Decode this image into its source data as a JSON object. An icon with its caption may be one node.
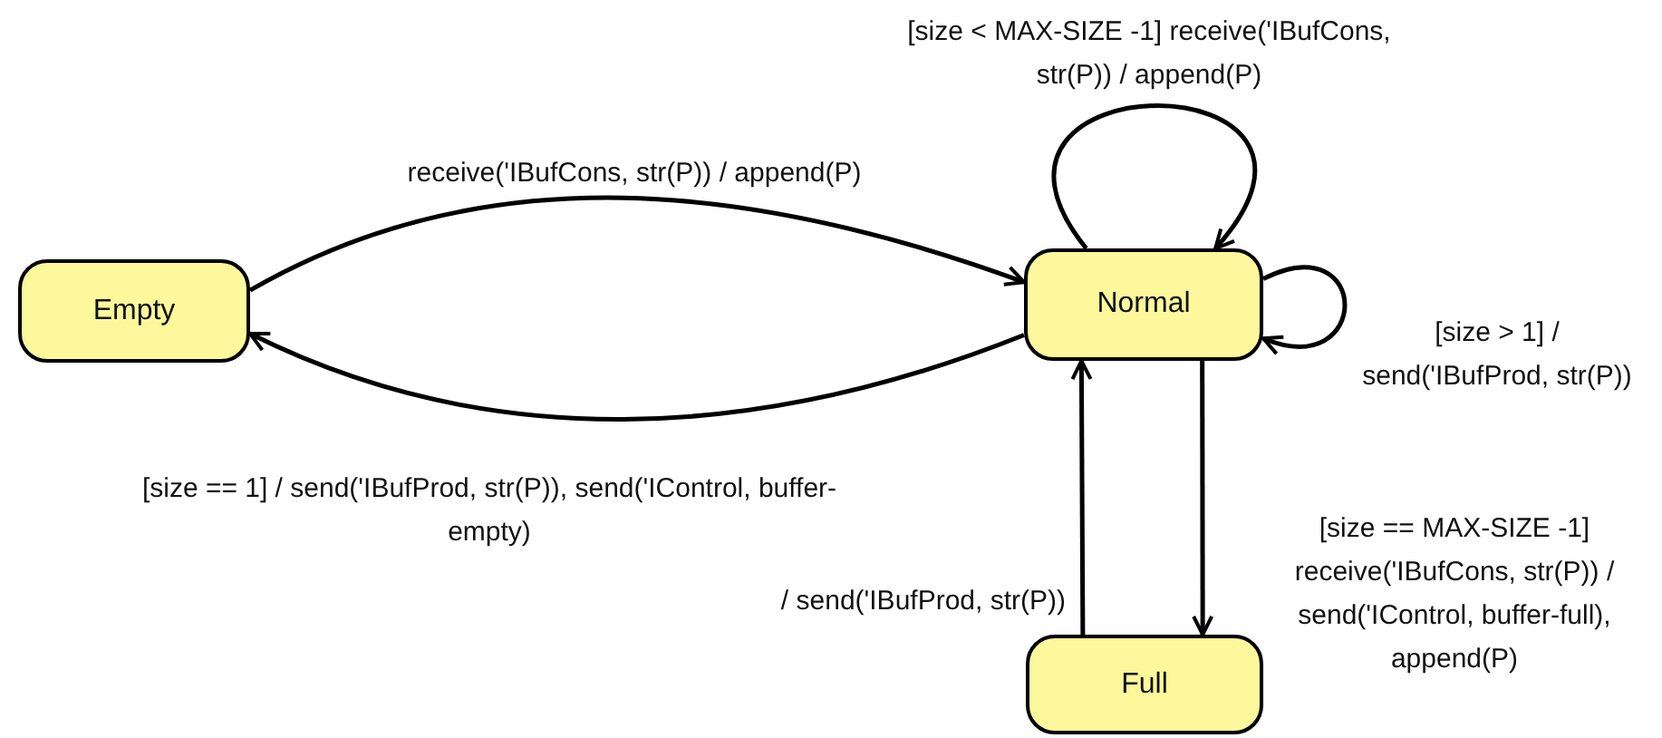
{
  "diagram": {
    "nodes": [
      {
        "text": [
          "Empty"
        ]
      },
      {
        "text": [
          "Normal"
        ]
      },
      {
        "text": [
          "Full"
        ]
      }
    ],
    "edges": [
      {
        "from": 0,
        "to": 1,
        "arrow": "to",
        "label": "receive('IBufCons, str(P)) / append(P)"
      },
      {
        "from": 1,
        "to": 0,
        "arrow": "to",
        "label": "[size == 1] / send('IBufProd, str(P)), send('IControl, buffer-empty)"
      },
      {
        "from": 1,
        "to": 1,
        "arrow": "to",
        "label": "[size < MAX-SIZE -1] receive('IBufCons, str(P)) / append(P)"
      },
      {
        "from": 1,
        "to": 1,
        "arrow": "to",
        "label": "[size > 1] / send('IBufProd, str(P))"
      },
      {
        "from": 2,
        "to": 1,
        "arrow": "to",
        "label": "/ send('IBufProd, str(P))"
      },
      {
        "from": 1,
        "to": 2,
        "arrow": "to",
        "label": "[size == MAX-SIZE -1] receive('IBufCons, str(P)) / send('IControl, buffer-full), append(P)"
      }
    ]
  }
}
